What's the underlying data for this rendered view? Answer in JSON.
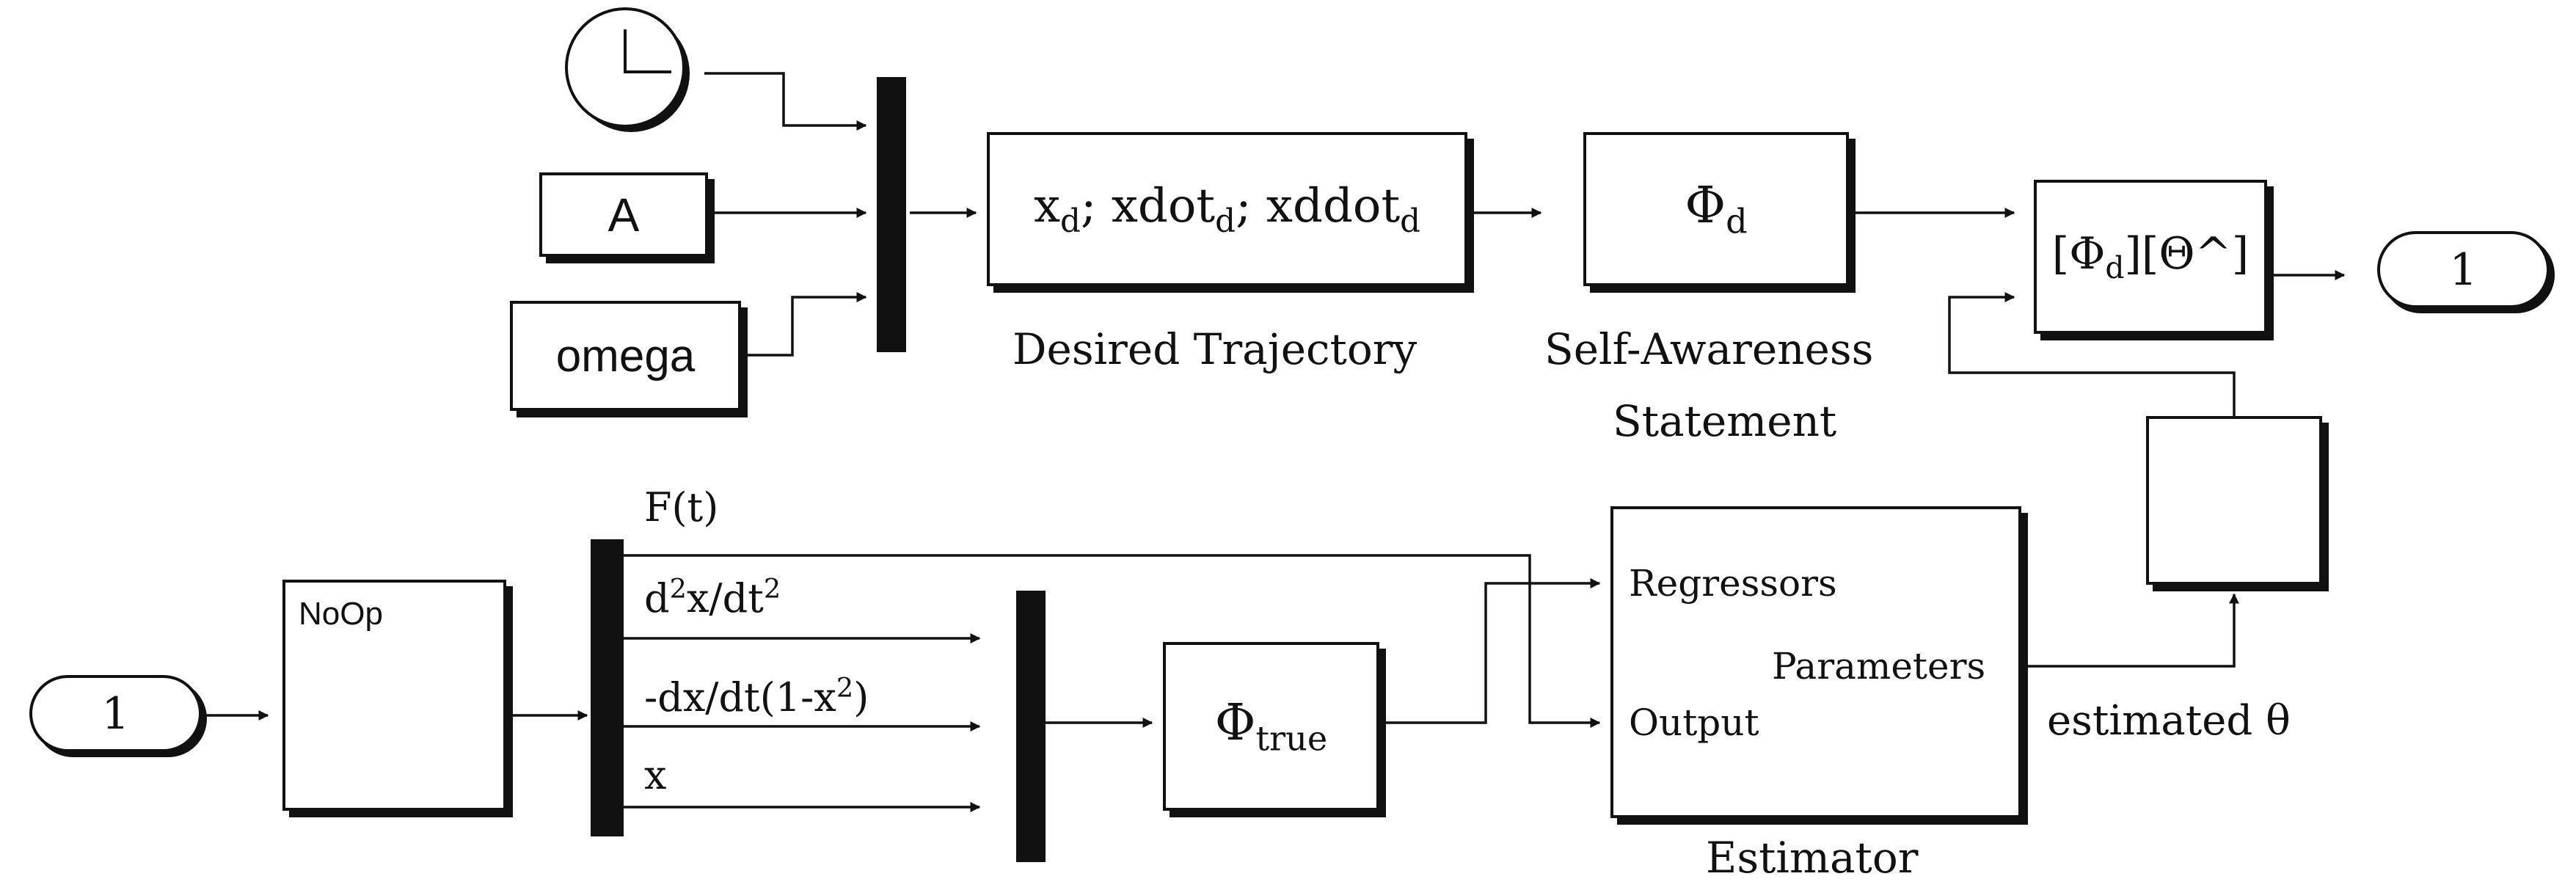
{
  "top": {
    "constant_a": "A",
    "constant_omega": "omega",
    "desired_traj": {
      "block_text_x": "x",
      "block_text_sep1": "; xdot",
      "block_text_sep2": "; xddot",
      "sub": "d",
      "caption": "Desired Trajectory"
    },
    "self_aware": {
      "phi": "Φ",
      "sub": "d",
      "caption_line1": "Self-Awareness",
      "caption_line2": "Statement"
    },
    "product": {
      "open": "[Φ",
      "sub": "d",
      "rest": "][Θ^]"
    },
    "outport_label": "1"
  },
  "bottom": {
    "inport_label": "1",
    "noop_label": "NoOp",
    "signals": {
      "f": "F(t)",
      "accel_a": "d",
      "accel_sup1": "2",
      "accel_b": "x/dt",
      "accel_sup2": "2",
      "damp_a": "-dx/dt(1-x",
      "damp_sup": "2",
      "damp_b": ")",
      "x": "x"
    },
    "phi_true": {
      "phi": "Φ",
      "sub": "true"
    },
    "estimator": {
      "regressors": "Regressors",
      "output": "Output",
      "parameters": "Parameters",
      "caption": "Estimator"
    },
    "estimated_label": "estimated θ"
  },
  "colors": {
    "ink": "#111111",
    "background": "#ffffff"
  },
  "icons": [
    "clock-icon",
    "unit-delay-icon",
    "noop-bus-icon"
  ]
}
